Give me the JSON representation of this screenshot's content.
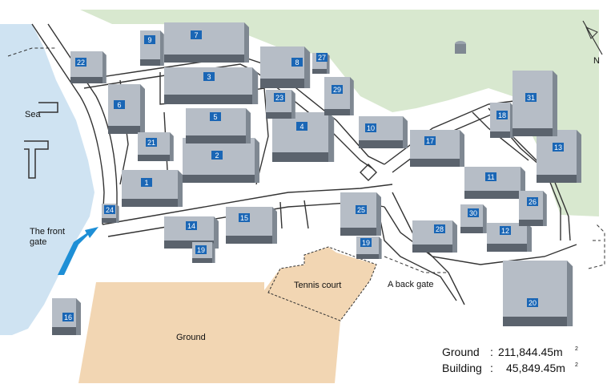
{
  "colors": {
    "sea": "#cfe3f2",
    "green_area": "#d8e8cf",
    "ground": "#f2d6b3",
    "building_top": "#b6bdc6",
    "building_side": "#7f8892",
    "building_front": "#5b636d",
    "road": "#333333",
    "badge": "#1a66b5",
    "arrow": "#1e8fd6"
  },
  "labels": {
    "sea": "Sea",
    "front_gate_1": "The front",
    "front_gate_2": "gate",
    "tennis": "Tennis court",
    "back_gate": "A back gate",
    "ground": "Ground",
    "north": "N"
  },
  "stats": {
    "ground_label": "Ground",
    "ground_value": "211,844.45m",
    "building_label": "Building",
    "building_value": "45,849.45m",
    "separator": ":",
    "unit_sup": "2"
  },
  "buildings": [
    {
      "id": "b1",
      "num": "1"
    },
    {
      "id": "b2",
      "num": "2"
    },
    {
      "id": "b3",
      "num": "3"
    },
    {
      "id": "b4",
      "num": "4"
    },
    {
      "id": "b5",
      "num": "5"
    },
    {
      "id": "b6",
      "num": "6"
    },
    {
      "id": "b7",
      "num": "7"
    },
    {
      "id": "b8",
      "num": "8"
    },
    {
      "id": "b9",
      "num": "9"
    },
    {
      "id": "b10",
      "num": "10"
    },
    {
      "id": "b11",
      "num": "11"
    },
    {
      "id": "b12",
      "num": "12"
    },
    {
      "id": "b13",
      "num": "13"
    },
    {
      "id": "b14",
      "num": "14"
    },
    {
      "id": "b15",
      "num": "15"
    },
    {
      "id": "b16",
      "num": "16"
    },
    {
      "id": "b17",
      "num": "17"
    },
    {
      "id": "b18",
      "num": "18"
    },
    {
      "id": "b19a",
      "num": "19"
    },
    {
      "id": "b19b",
      "num": "19"
    },
    {
      "id": "b20",
      "num": "20"
    },
    {
      "id": "b21",
      "num": "21"
    },
    {
      "id": "b22",
      "num": "22"
    },
    {
      "id": "b23",
      "num": "23"
    },
    {
      "id": "b24",
      "num": "24"
    },
    {
      "id": "b25",
      "num": "25"
    },
    {
      "id": "b26",
      "num": "26"
    },
    {
      "id": "b27",
      "num": "27"
    },
    {
      "id": "b28",
      "num": "28"
    },
    {
      "id": "b29",
      "num": "29"
    },
    {
      "id": "b30",
      "num": "30"
    },
    {
      "id": "b31",
      "num": "31"
    }
  ]
}
